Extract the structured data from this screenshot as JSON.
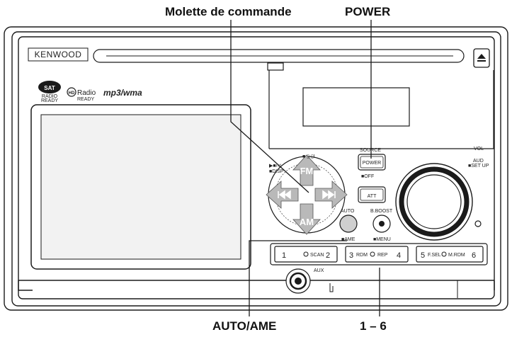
{
  "callouts": {
    "control_knob": "Molette de commande",
    "power": "POWER",
    "auto_ame": "AUTO/AME",
    "presets": "1 – 6"
  },
  "unit": {
    "brand": "KENWOOD",
    "sat_top": "SAT",
    "sat_mid": "RADIO",
    "sat_bottom": "READY",
    "hd_radio": "Radio",
    "hd_badge": "HD",
    "hd_ready": "READY",
    "format": "mp3/wma",
    "source": "SOURCE",
    "power_btn": "POWER",
    "off": "■OFF",
    "att": "ATT",
    "vol": "VOL",
    "aud": "AUD",
    "setup": "■SET UP",
    "auto": "AUTO",
    "ame": "■AME",
    "bboost": "B.BOOST",
    "menu": "■MENU",
    "fm": "FM",
    "am": "AM",
    "disp": "■DISP",
    "aux": "AUX",
    "p1": "1",
    "scan": "SCAN",
    "p2": "2",
    "p3": "3",
    "rdm": "RDM",
    "rep": "REP",
    "p4": "4",
    "p5": "5",
    "fsel": "F.SEL",
    "mrdm": "M.RDM",
    "p6": "6"
  },
  "colors": {
    "outline": "#1a1a1a",
    "arrow_fill": "#b9b9b9",
    "screen_fill": "#f2f2f2"
  }
}
